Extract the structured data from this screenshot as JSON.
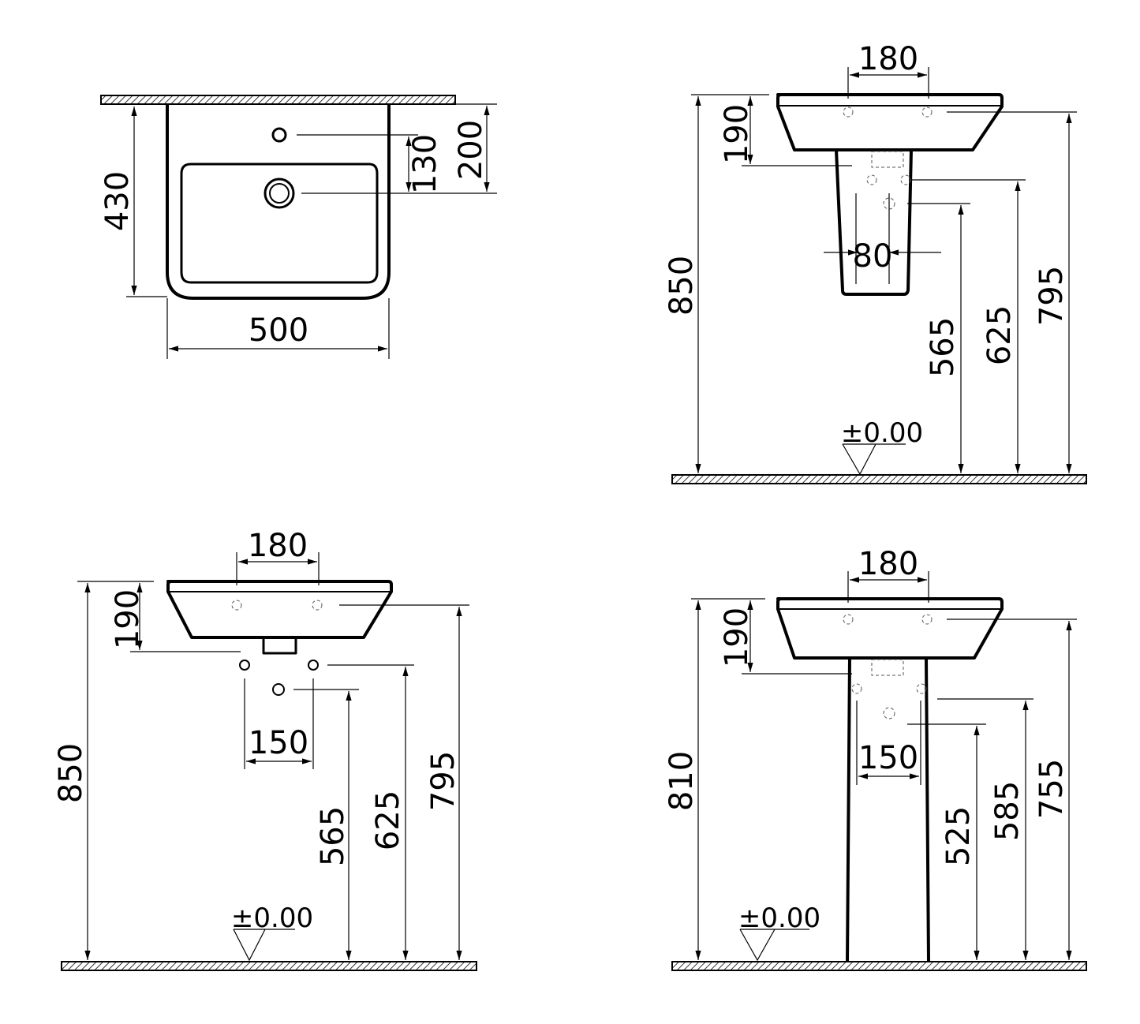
{
  "drawing": {
    "type": "technical-drawing",
    "subject": "washbasin with half pedestal / full pedestal dimensions (mm)",
    "views": [
      {
        "id": "top-view",
        "labels": {
          "width": "500",
          "depth": "430",
          "tap_to_waste": "130",
          "wall_to_waste": "200"
        }
      },
      {
        "id": "half-pedestal-view",
        "labels": {
          "tap_spacing": "180",
          "basin_height": "190",
          "rim_height": "850",
          "fixing_height": "795",
          "supply_height": "625",
          "waste_height": "565",
          "pedestal_width": "80",
          "floor_level": "±0.00"
        }
      },
      {
        "id": "wall-hung-view",
        "labels": {
          "tap_spacing": "180",
          "basin_height": "190",
          "rim_height": "850",
          "fixing_height": "795",
          "supply_height": "625",
          "waste_height": "565",
          "supply_spacing": "150",
          "floor_level": "±0.00"
        }
      },
      {
        "id": "full-pedestal-view",
        "labels": {
          "tap_spacing": "180",
          "basin_height": "190",
          "rim_height": "810",
          "fixing_height": "755",
          "supply_height": "585",
          "waste_height": "525",
          "supply_spacing": "150",
          "floor_level": "±0.00"
        }
      }
    ]
  }
}
